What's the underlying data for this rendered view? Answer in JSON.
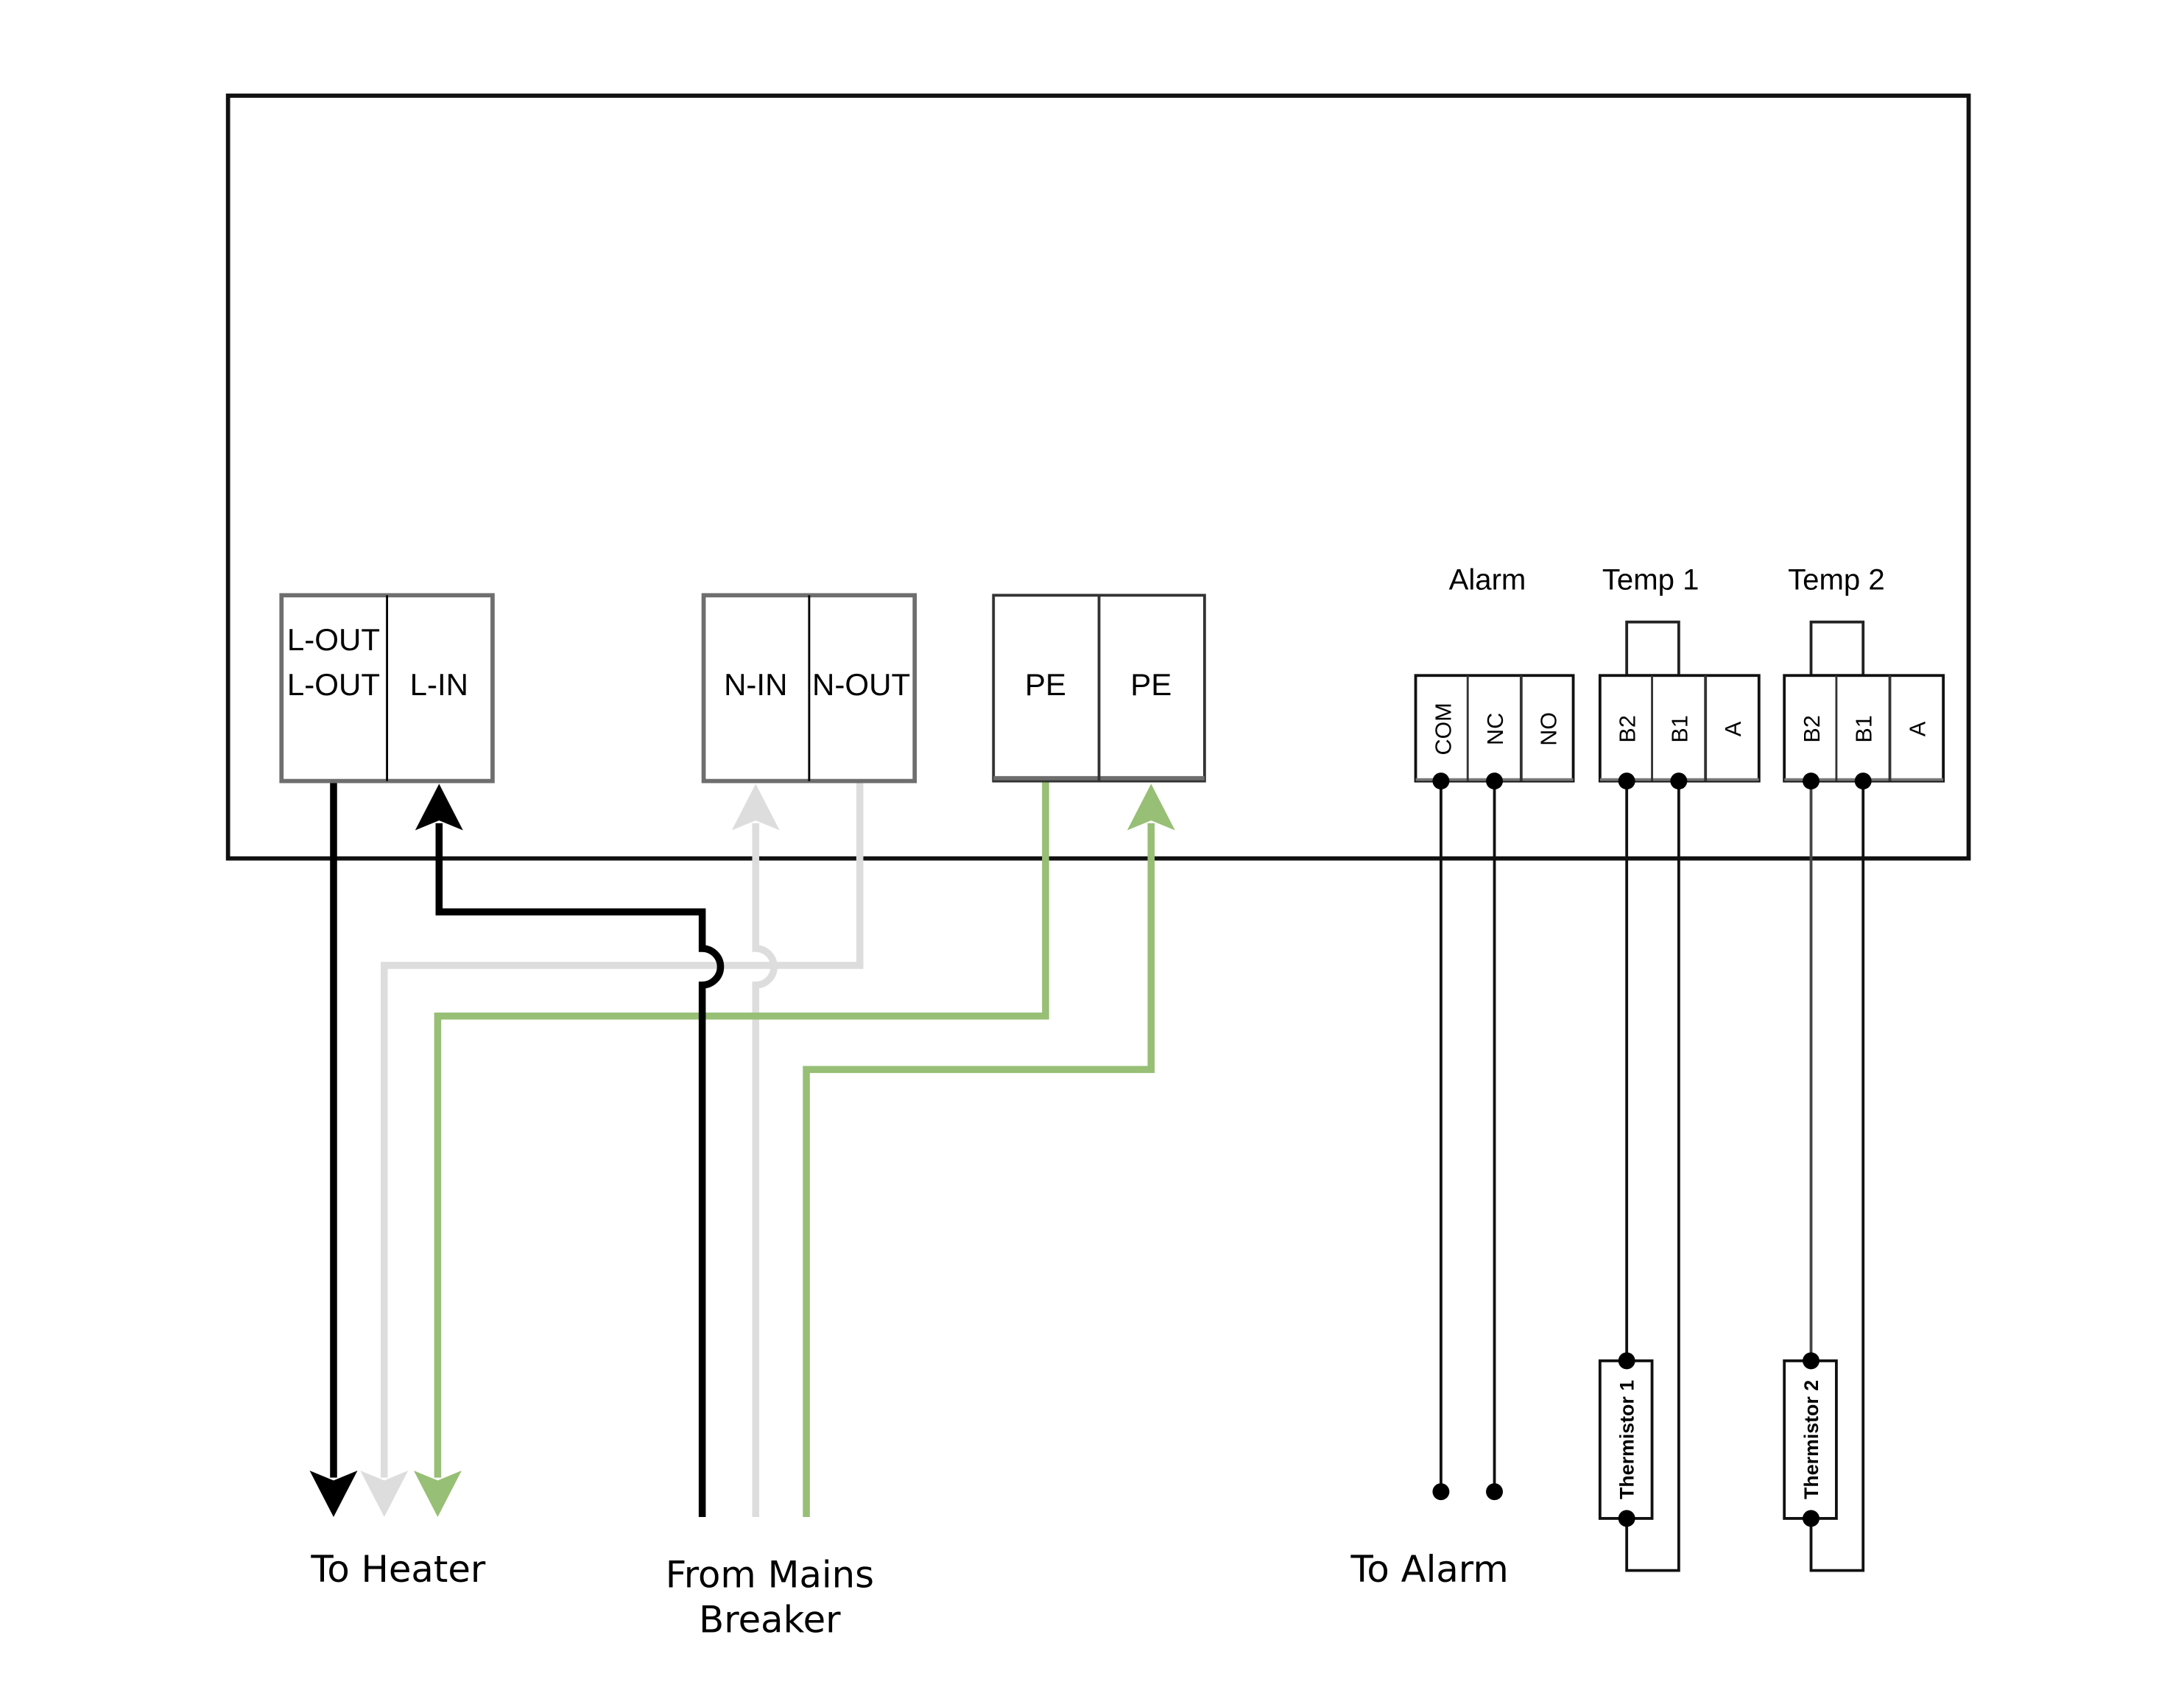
{
  "colors": {
    "live": "#000000",
    "neutral": "#dddddd",
    "earth": "#97bf75",
    "frame": "#111111",
    "block_border": "#6e6e6e"
  },
  "power_blocks": {
    "live": {
      "extra_label": "L-OUT",
      "left": "L-OUT",
      "right": "L-IN"
    },
    "neutral": {
      "left": "N-IN",
      "right": "N-OUT"
    },
    "earth": {
      "left": "PE",
      "right": "PE"
    }
  },
  "signal_blocks": {
    "alarm": {
      "title": "Alarm",
      "pins": [
        "COM",
        "NC",
        "NO"
      ]
    },
    "temp1": {
      "title": "Temp 1",
      "pins": [
        "B2",
        "B1",
        "A"
      ]
    },
    "temp2": {
      "title": "Temp 2",
      "pins": [
        "B2",
        "B1",
        "A"
      ]
    }
  },
  "thermistors": [
    "Thermistor 1",
    "Thermistor 2"
  ],
  "labels": {
    "to_heater": "To Heater",
    "from_mains_line1": "From Mains",
    "from_mains_line2": "Breaker",
    "to_alarm": "To Alarm"
  }
}
